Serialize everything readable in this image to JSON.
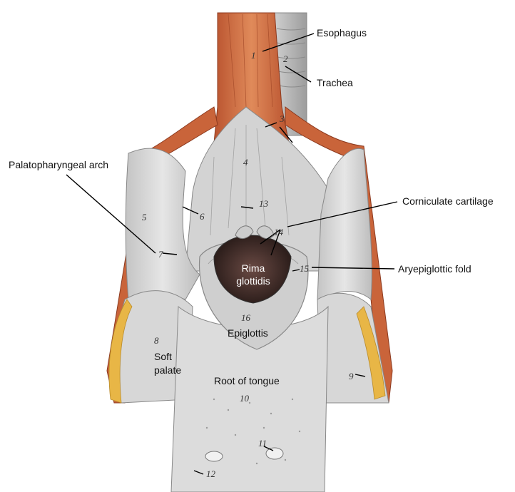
{
  "labels": {
    "esophagus": "Esophagus",
    "trachea": "Trachea",
    "palatopharyngeal_arch": "Palatopharyngeal arch",
    "corniculate_cartilage": "Corniculate cartilage",
    "aryepiglottic_fold": "Aryepiglottic fold",
    "rima_glottidis_1": "Rima",
    "rima_glottidis_2": "glottidis",
    "epiglottis": "Epiglottis",
    "soft_palate_1": "Soft",
    "soft_palate_2": "palate",
    "root_of_tongue": "Root of tongue"
  },
  "numbers": [
    "1",
    "2",
    "3",
    "4",
    "5",
    "6",
    "7",
    "8",
    "9",
    "10",
    "11",
    "12",
    "13",
    "14",
    "15",
    "16"
  ],
  "colors": {
    "muscle": "#c9643a",
    "muscle_dark": "#a9482a",
    "tissue": "#d9d9d9",
    "tissue_shadow": "#a8a8a8",
    "fat": "#e8b646",
    "leader": "#000000"
  }
}
